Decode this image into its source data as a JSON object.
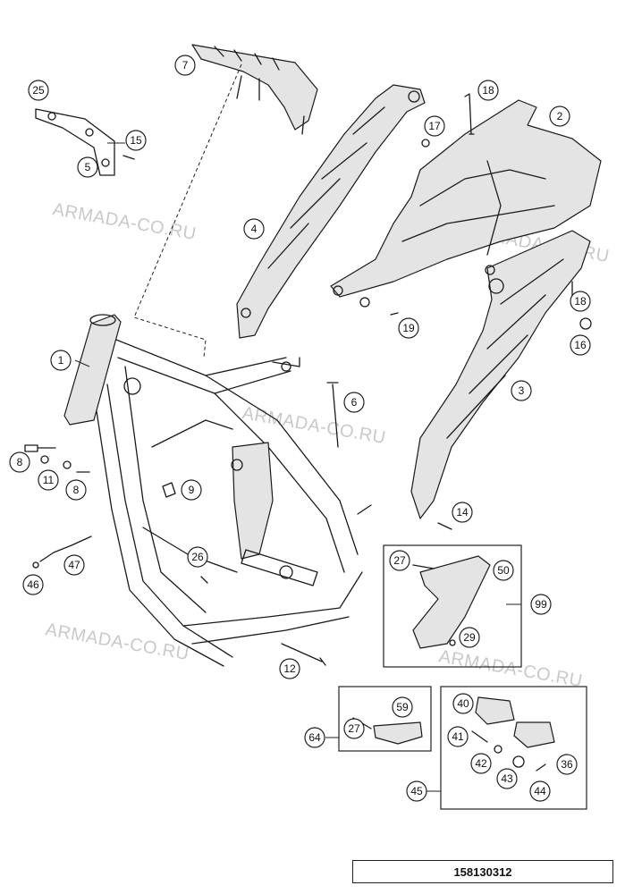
{
  "watermark": "ARMADA-CO.RU",
  "drawing_code": "158130312",
  "callouts": {
    "c1": "1",
    "c2": "2",
    "c3": "3",
    "c4": "4",
    "c5": "5",
    "c6": "6",
    "c7": "7",
    "c8a": "8",
    "c8b": "8",
    "c9": "9",
    "c11": "11",
    "c12": "12",
    "c14": "14",
    "c15": "15",
    "c16": "16",
    "c17": "17",
    "c18a": "18",
    "c18b": "18",
    "c19": "19",
    "c25": "25",
    "c26": "26",
    "c27a": "27",
    "c27b": "27",
    "c29": "29",
    "c36": "36",
    "c40": "40",
    "c41": "41",
    "c42": "42",
    "c43": "43",
    "c44": "44",
    "c45": "45",
    "c46": "46",
    "c47": "47",
    "c50": "50",
    "c59": "59",
    "c64": "64",
    "c99": "99"
  }
}
